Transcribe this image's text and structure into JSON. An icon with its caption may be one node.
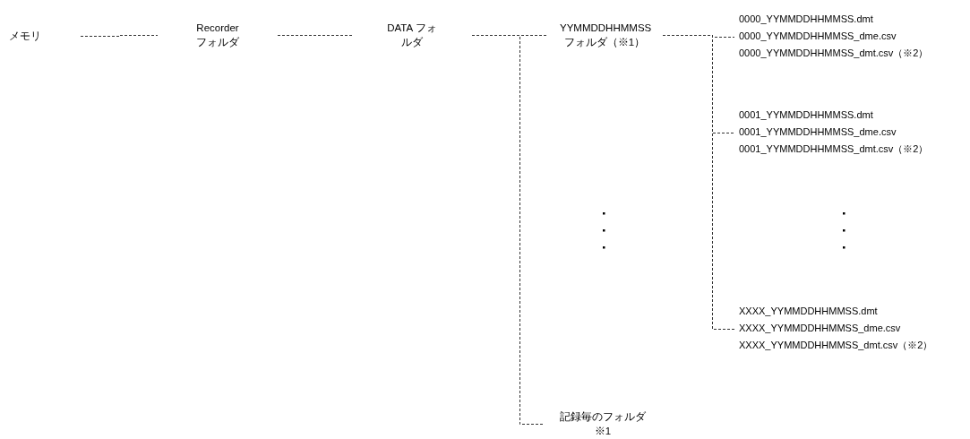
{
  "diagram": {
    "nodes": [
      {
        "text": [
          "メモリ"
        ]
      },
      {
        "text": [
          "Recorder フォルダ"
        ]
      },
      {
        "text": [
          "DATA フォルダ"
        ]
      },
      {
        "text": [
          "YYMMDDHHMMSS フォルダ（※1）"
        ]
      },
      {
        "text": [
          "0000_YYMMDDHHMMSS.dmt",
          "0000_YYMMDDHHMMSS_dme.csv",
          "0000_YYMMDDHHMMSS_dmt.csv（※2）"
        ]
      },
      {
        "text": [
          "0001_YYMMDDHHMMSS.dmt",
          "0001_YYMMDDHHMMSS_dme.csv",
          "0001_YYMMDDHHMMSS_dmt.csv（※2）"
        ]
      },
      {
        "text": [
          "XXXX_YYMMDDHHMMSS.dmt",
          "XXXX_YYMMDDHHMMSS_dme.csv",
          "XXXX_YYMMDDHHMMSS_dmt.csv（※2）"
        ]
      },
      {
        "text": [
          "記録毎のフォルダ※1"
        ]
      }
    ],
    "edges": [
      {
        "from": 0,
        "to": 1,
        "arrow": "none",
        "style": "dashed"
      },
      {
        "from": 1,
        "to": 2,
        "arrow": "none",
        "style": "dashed"
      },
      {
        "from": 2,
        "to": 3,
        "arrow": "none",
        "style": "dashed"
      },
      {
        "from": 2,
        "to": 7,
        "arrow": "none",
        "style": "dashed"
      },
      {
        "from": 3,
        "to": 4,
        "arrow": "none",
        "style": "dashed"
      },
      {
        "from": 3,
        "to": 5,
        "arrow": "none",
        "style": "dashed"
      },
      {
        "from": 3,
        "to": 6,
        "arrow": "none",
        "style": "dashed"
      }
    ]
  }
}
